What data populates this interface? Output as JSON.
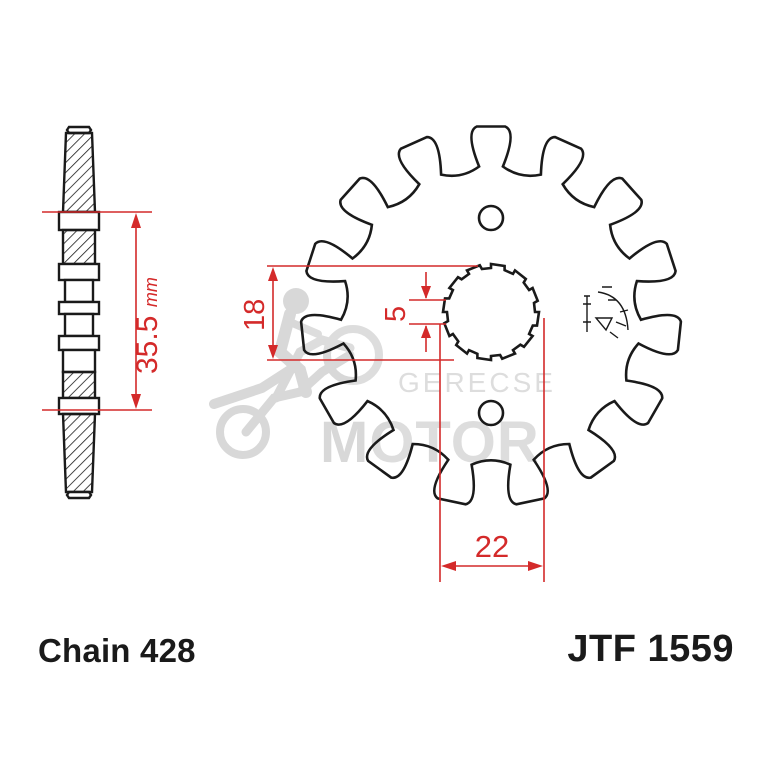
{
  "colors": {
    "outline": "#1a1a1a",
    "dimension": "#d42a2a",
    "watermark": "#b9b9b9",
    "background": "#ffffff"
  },
  "dimensions": {
    "bolt_circle_value": "35.5",
    "bolt_circle_unit": "mm",
    "spline_outer_value": "18",
    "spline_inner_value": "5",
    "spline_width_value": "22"
  },
  "watermark": {
    "line1": "GERECSE",
    "line2": "MOTOR"
  },
  "labels": {
    "chain": "Chain 428",
    "part_number": "JTF 1559"
  },
  "sprocket": {
    "teeth": 15
  }
}
